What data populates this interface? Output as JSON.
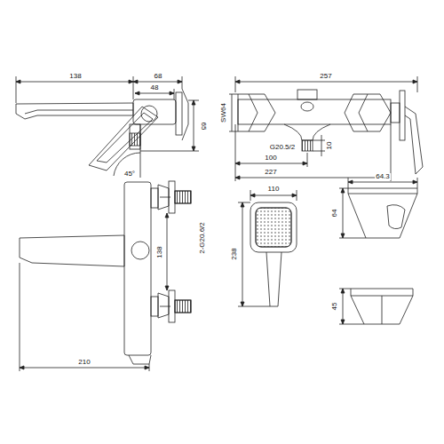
{
  "diagram": {
    "labels": [
      "138",
      "68",
      "48",
      "65",
      "45°",
      "257",
      "SW64",
      "G20.5/2",
      "100",
      "227",
      "10",
      "2-G20.6/2",
      "138",
      "210",
      "110",
      "238",
      "64.3",
      "64",
      "45"
    ]
  }
}
